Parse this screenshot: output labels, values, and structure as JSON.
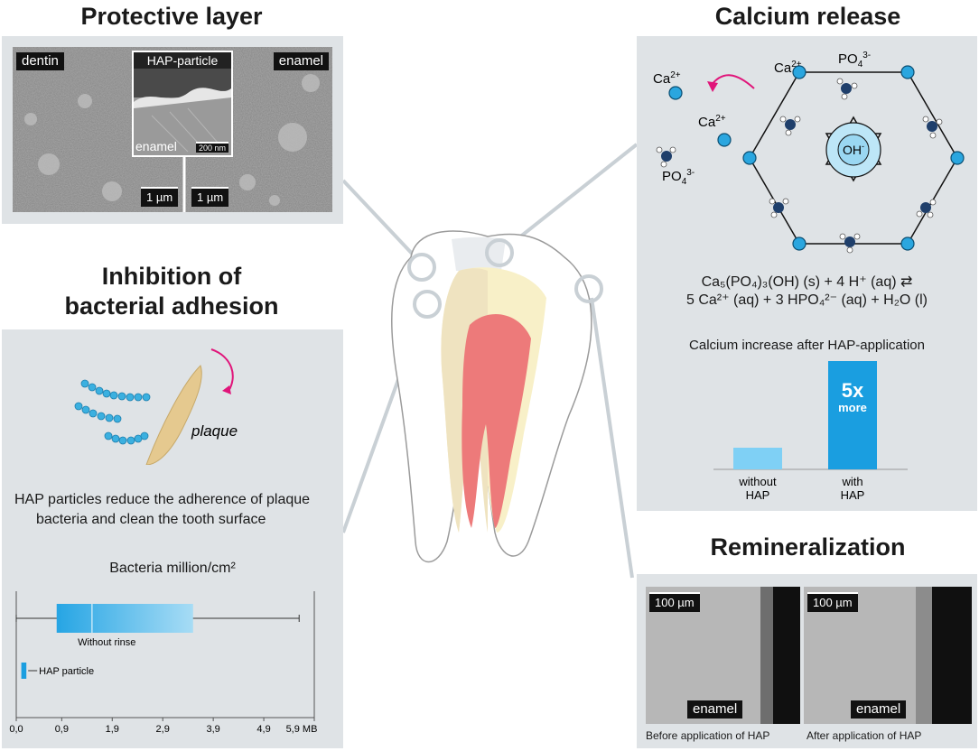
{
  "titles": {
    "protective": "Protective layer",
    "calcium": "Calcium release",
    "inhibition_line1": "Inhibition of",
    "inhibition_line2": "bacterial adhesion",
    "remin": "Remineralization"
  },
  "protective": {
    "dentin_label": "dentin",
    "enamel_label": "enamel",
    "inset_title": "HAP-particle",
    "inset_enamel": "enamel",
    "inset_scale": "200 nm",
    "scale_left": "1 µm",
    "scale_right": "1 µm"
  },
  "calcium": {
    "ca_ion": "Ca",
    "ca_charge": "2+",
    "po4": "PO",
    "po4_sub": "4",
    "po4_charge": "3-",
    "oh": "OH",
    "oh_charge": "-",
    "equation_line1": "Ca₅(PO₄)₃(OH) (s) + 4 H⁺ (aq) ⇄",
    "equation_line2": "5 Ca²⁺ (aq) + 3 HPO₄²⁻ (aq) + H₂O (l)",
    "bar_title": "Calcium increase after HAP-application",
    "bar_label_5x": "5x",
    "bar_label_more": "more",
    "cat1_line1": "without",
    "cat1_line2": "HAP",
    "cat2_line1": "with",
    "cat2_line2": "HAP",
    "values": [
      1,
      5
    ],
    "colors": {
      "light": "#7fd0f5",
      "dark": "#1a9ee0"
    }
  },
  "inhibition": {
    "plaque_label": "plaque",
    "caption_line1": "HAP particles reduce the adherence of plaque",
    "caption_line2": "bacteria and clean the tooth surface",
    "chart_title": "Bacteria million/cm²",
    "box_label": "Without rinse",
    "hap_label": "HAP particle",
    "ticks": [
      "0,0",
      "0,9",
      "1,9",
      "2,9",
      "3,9",
      "4,9",
      "5,9 MB"
    ]
  },
  "remin": {
    "scale_left": "100 µm",
    "scale_right": "100 µm",
    "enamel_left": "enamel",
    "enamel_right": "enamel",
    "caption_left": "Before application of HAP",
    "caption_right": "After application of HAP"
  },
  "chart_data": [
    {
      "type": "bar",
      "title": "Calcium increase after HAP-application",
      "categories": [
        "without HAP",
        "with HAP"
      ],
      "values": [
        1,
        5
      ]
    },
    {
      "type": "box",
      "title": "Bacteria million/cm²",
      "xlabel": "",
      "xticks": [
        "0,0",
        "0,9",
        "1,9",
        "2,9",
        "3,9",
        "4,9",
        "5,9 MB"
      ],
      "series": [
        {
          "name": "Without rinse",
          "min": 0.0,
          "q1": 0.8,
          "median": 1.5,
          "q3": 3.5,
          "max": 5.6
        },
        {
          "name": "HAP particle",
          "min": 0.1,
          "q1": 0.1,
          "median": 0.15,
          "q3": 0.2,
          "max": 0.2
        }
      ]
    }
  ]
}
